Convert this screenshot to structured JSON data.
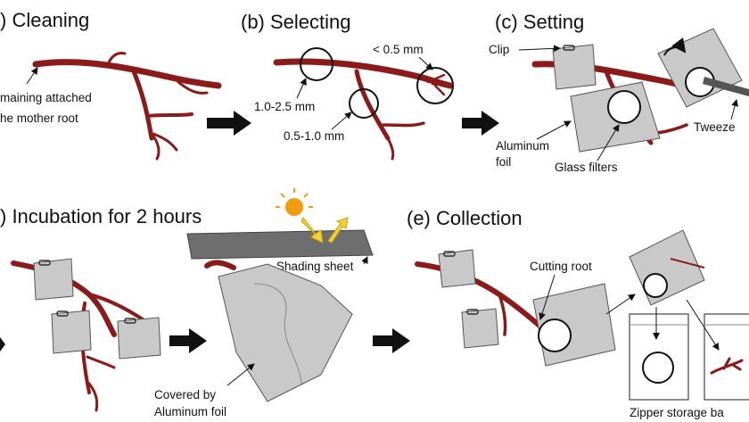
{
  "panels": {
    "a": {
      "title": ") Cleaning",
      "note_line1": "maining attached",
      "note_line2": "he mother root"
    },
    "b": {
      "title": "(b) Selecting",
      "size_small": "< 0.5 mm",
      "size_large": "1.0-2.5 mm",
      "size_mid": "0.5-1.0 mm"
    },
    "c": {
      "title": "(c) Setting",
      "clip": "Clip",
      "foil_line1": "Aluminum",
      "foil_line2": "foil",
      "filters": "Glass filters",
      "tweezers": "Tweeze"
    },
    "d": {
      "title": ") Incubation for 2 hours",
      "shading": "Shading sheet",
      "covered_line1": "Covered by",
      "covered_line2": "Aluminum foil"
    },
    "e": {
      "title": "(e) Collection",
      "cutting": "Cutting root",
      "zipper": "Zipper storage ba"
    }
  },
  "colors": {
    "root": "#8b1a1a",
    "foil": "#c9c9c9",
    "sheet": "#6e6e6e",
    "sun": "#f39c12",
    "arrow": "#111111"
  }
}
